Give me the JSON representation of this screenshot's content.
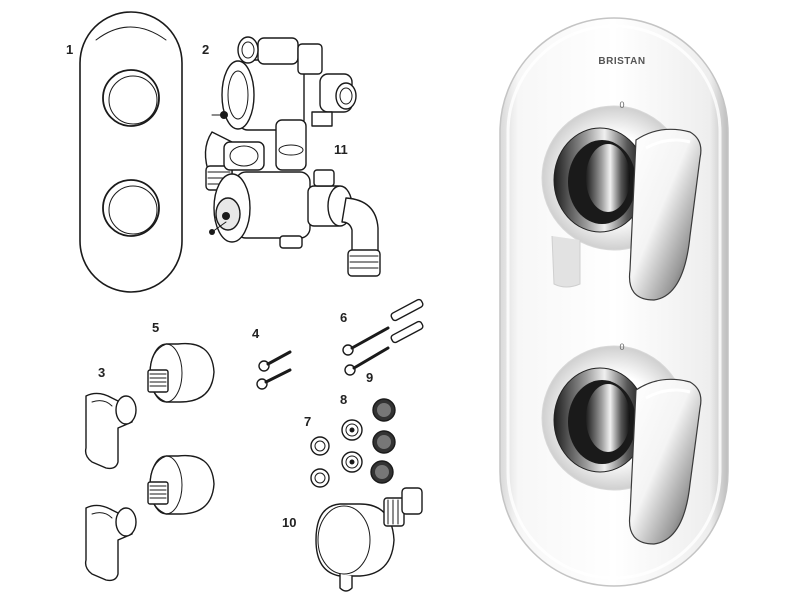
{
  "parts": {
    "p1": "1",
    "p2": "2",
    "p3": "3",
    "p4": "4",
    "p5": "5",
    "p6": "6",
    "p7": "7",
    "p8": "8",
    "p9": "9",
    "p10": "10",
    "p11": "11"
  },
  "product": {
    "brand": "BRISTAN",
    "indicator_top": "0",
    "indicator_bottom": "0"
  },
  "colors": {
    "line": "#1a1a1a",
    "chrome_dark": "#2b2b2b",
    "chrome_mid": "#8a8a8a",
    "chrome_light": "#f2f2f2"
  }
}
